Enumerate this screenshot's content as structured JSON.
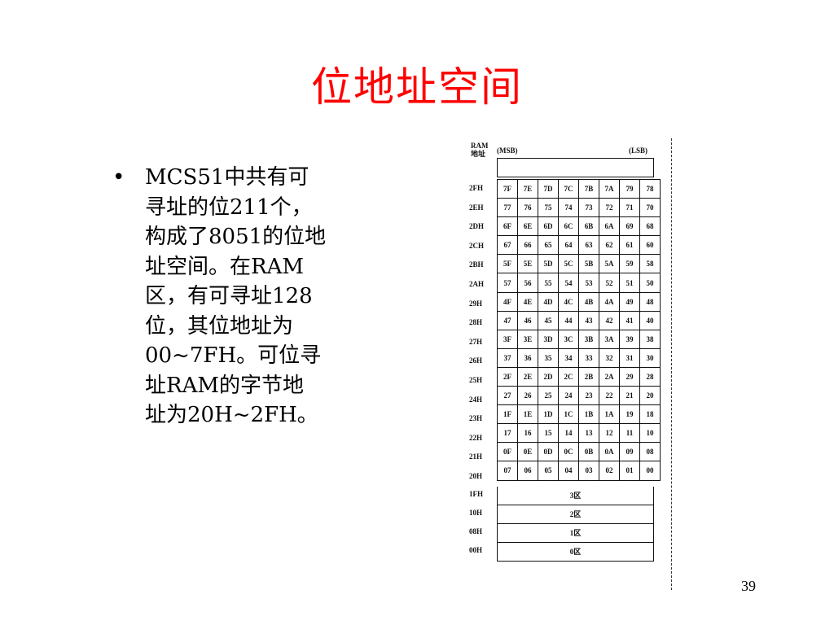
{
  "title": "位地址空间",
  "bullet": {
    "marker": "•",
    "lines": [
      "MCS51中共有可",
      "寻址的位211个，",
      "构成了8051的位地",
      "址空间。在RAM",
      "区，有可寻址128",
      "位，其位地址为",
      "00~7FH。可位寻",
      "址RAM的字节地",
      "址为20H~2FH。"
    ]
  },
  "figure": {
    "header_ram": "RAM",
    "header_addr": "地址",
    "msb": "(MSB)",
    "lsb": "(LSB)",
    "rows": [
      {
        "addr": "2FH",
        "bits": [
          "7F",
          "7E",
          "7D",
          "7C",
          "7B",
          "7A",
          "79",
          "78"
        ]
      },
      {
        "addr": "2EH",
        "bits": [
          "77",
          "76",
          "75",
          "74",
          "73",
          "72",
          "71",
          "70"
        ]
      },
      {
        "addr": "2DH",
        "bits": [
          "6F",
          "6E",
          "6D",
          "6C",
          "6B",
          "6A",
          "69",
          "68"
        ]
      },
      {
        "addr": "2CH",
        "bits": [
          "67",
          "66",
          "65",
          "64",
          "63",
          "62",
          "61",
          "60"
        ]
      },
      {
        "addr": "2BH",
        "bits": [
          "5F",
          "5E",
          "5D",
          "5C",
          "5B",
          "5A",
          "59",
          "58"
        ]
      },
      {
        "addr": "2AH",
        "bits": [
          "57",
          "56",
          "55",
          "54",
          "53",
          "52",
          "51",
          "50"
        ]
      },
      {
        "addr": "29H",
        "bits": [
          "4F",
          "4E",
          "4D",
          "4C",
          "4B",
          "4A",
          "49",
          "48"
        ]
      },
      {
        "addr": "28H",
        "bits": [
          "47",
          "46",
          "45",
          "44",
          "43",
          "42",
          "41",
          "40"
        ]
      },
      {
        "addr": "27H",
        "bits": [
          "3F",
          "3E",
          "3D",
          "3C",
          "3B",
          "3A",
          "39",
          "38"
        ]
      },
      {
        "addr": "26H",
        "bits": [
          "37",
          "36",
          "35",
          "34",
          "33",
          "32",
          "31",
          "30"
        ]
      },
      {
        "addr": "25H",
        "bits": [
          "2F",
          "2E",
          "2D",
          "2C",
          "2B",
          "2A",
          "29",
          "28"
        ]
      },
      {
        "addr": "24H",
        "bits": [
          "27",
          "26",
          "25",
          "24",
          "23",
          "22",
          "21",
          "20"
        ]
      },
      {
        "addr": "23H",
        "bits": [
          "1F",
          "1E",
          "1D",
          "1C",
          "1B",
          "1A",
          "19",
          "18"
        ]
      },
      {
        "addr": "22H",
        "bits": [
          "17",
          "16",
          "15",
          "14",
          "13",
          "12",
          "11",
          "10"
        ]
      },
      {
        "addr": "21H",
        "bits": [
          "0F",
          "0E",
          "0D",
          "0C",
          "0B",
          "0A",
          "09",
          "08"
        ]
      },
      {
        "addr": "20H",
        "bits": [
          "07",
          "06",
          "05",
          "04",
          "03",
          "02",
          "01",
          "00"
        ]
      }
    ],
    "banks": [
      {
        "addr": "1FH",
        "label": "3区"
      },
      {
        "addr": "10H",
        "label": "2区"
      },
      {
        "addr": "08H",
        "label": "1区"
      },
      {
        "addr": "00H",
        "label": "0区"
      }
    ]
  },
  "page_number": "39"
}
